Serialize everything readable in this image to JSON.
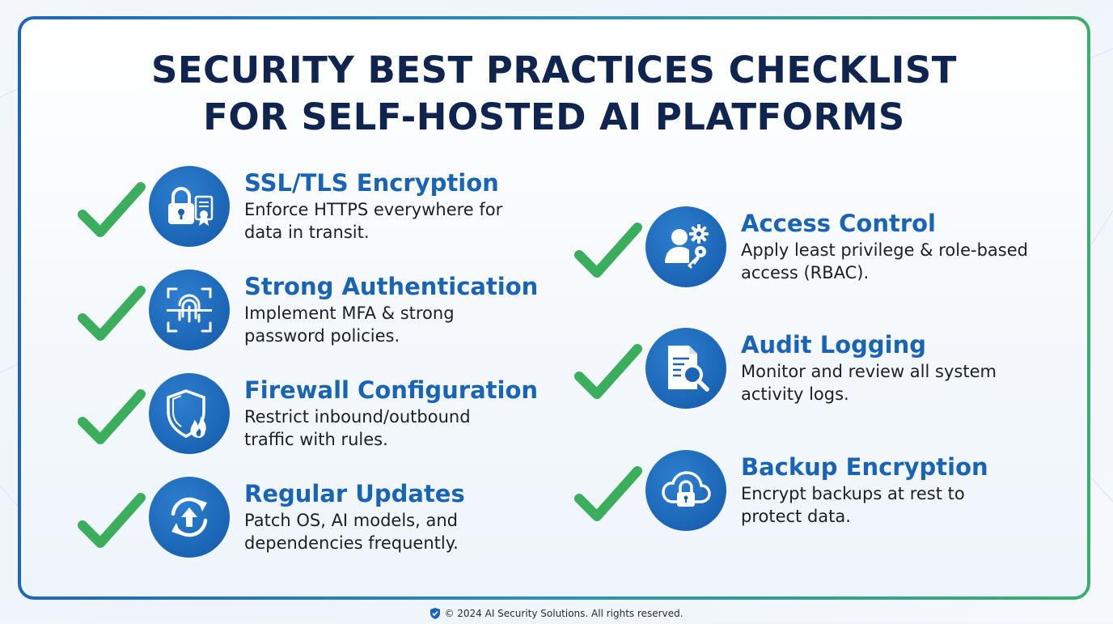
{
  "title": {
    "line1": "SECURITY BEST PRACTICES CHECKLIST",
    "line2": "FOR SELF-HOSTED AI PLATFORMS"
  },
  "colors": {
    "navy": "#0f2550",
    "accent_blue": "#1a64b6",
    "check_green": "#3aae5c",
    "border_start": "#1f66b8",
    "border_end": "#3aae6a"
  },
  "items": [
    {
      "title": "SSL/TLS Encryption",
      "desc1": "Enforce HTTPS everywhere for",
      "desc2": "data in transit.",
      "icon": "lock-certificate-icon"
    },
    {
      "title": "Strong Authentication",
      "desc1": "Implement MFA & strong",
      "desc2": "password policies.",
      "icon": "fingerprint-scan-icon"
    },
    {
      "title": "Firewall Configuration",
      "desc1": "Restrict inbound/outbound",
      "desc2": "traffic with rules.",
      "icon": "shield-fire-icon"
    },
    {
      "title": "Regular Updates",
      "desc1": "Patch OS, AI models, and",
      "desc2": "dependencies frequently.",
      "icon": "update-arrows-icon"
    },
    {
      "title": "Access Control",
      "desc1": "Apply least privilege & role-based",
      "desc2": "access (RBAC).",
      "icon": "user-gear-key-icon"
    },
    {
      "title": "Audit Logging",
      "desc1": "Monitor and review all system",
      "desc2": "activity logs.",
      "icon": "document-search-icon"
    },
    {
      "title": "Backup Encryption",
      "desc1": "Encrypt backups at rest to",
      "desc2": "protect data.",
      "icon": "cloud-lock-icon"
    }
  ],
  "footer": {
    "text": "© 2024 AI Security Solutions. All rights reserved.",
    "icon": "shield-icon"
  }
}
